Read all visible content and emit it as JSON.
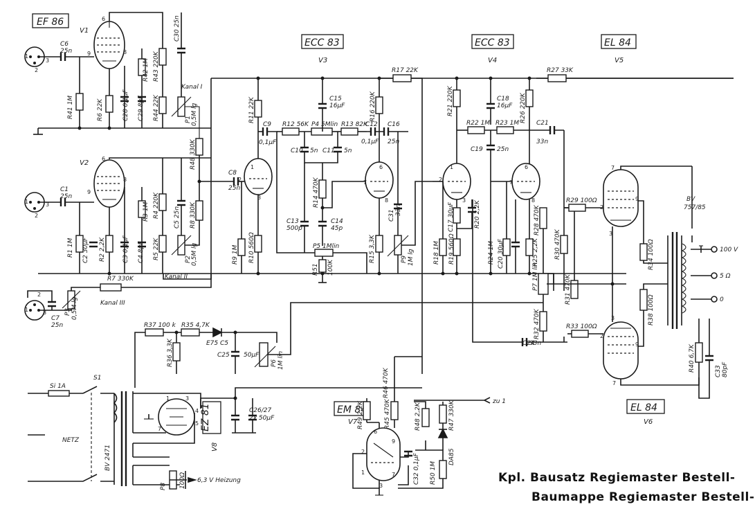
{
  "tubes": {
    "v1": {
      "type": "EF 86",
      "ref": "V1"
    },
    "v2": {
      "ref": "V2"
    },
    "v3": {
      "type": "ECC 83",
      "ref": "V3"
    },
    "v4": {
      "type": "ECC 83",
      "ref": "V4"
    },
    "v5": {
      "type": "EL 84",
      "ref": "V5"
    },
    "v6": {
      "type": "EL 84",
      "ref": "V6"
    },
    "v7": {
      "type": "EM 84",
      "ref": "V7"
    },
    "v8": {
      "type": "EZ 81",
      "ref": "V8"
    }
  },
  "channels": {
    "k1": "Kanal I",
    "k2": "Kanal II",
    "k3": "Kanal III"
  },
  "components": {
    "c6": "C6",
    "c6v": "25n",
    "r41": "R41 1M",
    "r6": "R6 22K",
    "c28": "C28 0,1µF",
    "c29": "C29 8µF",
    "r42": "R42 1M",
    "r43": "R43 220K",
    "r44": "R44 22K",
    "c30": "C30 25n",
    "p1": "P1",
    "p1v": "0,5M lg",
    "c1": "C1",
    "c1v": "25n",
    "r1": "R1 1M",
    "c2": "C2 30µF",
    "r2": "R2 2,2K",
    "c3": "C3 0,1µF",
    "c4": "C4 8µF",
    "r3": "R3 1M",
    "r4": "R4 220K",
    "r5": "R5 22K",
    "c5": "C5 25n",
    "r8": "R8 330K",
    "r48": "R48 330K",
    "p2": "P2",
    "p2v": "0,5M lg",
    "c8": "C8",
    "c8v": "25n",
    "r11": "R11 22K",
    "c9": "C9",
    "c9v": "0,1µF",
    "r12": "R12 56K",
    "p4": "P4 5Mlin",
    "r13": "R13 82K",
    "c10": "C10",
    "c10v": "5n",
    "c11": "C11",
    "c11v": "5n",
    "c15": "C15",
    "c15v": "16µF",
    "r14": "R14 470K",
    "c13": "C13",
    "c13v": "500p",
    "c14": "C14",
    "c14v": "45p",
    "p5": "P5 1Mlin",
    "r51": "R51",
    "r51v": "100K",
    "r9": "R9 1M",
    "r10": "R10 560Ω",
    "c12": "C12",
    "c12v": "0,1µF",
    "c16": "C16",
    "c16v": "25n",
    "r16": "R16 220K",
    "r15": "R15 3,3K",
    "p9": "P9",
    "p9v": "1M lg",
    "r17": "R17 22K",
    "c31": "C31",
    "c31v": "33n",
    "r21": "R21 220K",
    "c18": "C18",
    "c18v": "16µF",
    "r26": "R26 220K",
    "r22": "R22 1M",
    "r23": "R23 1M",
    "c19": "C19",
    "c19v": "25n",
    "c17": "C17 30µF",
    "r20": "R20 2,2K",
    "r18": "R18 1M",
    "r19": "R19 560Ω",
    "r24": "R24 1M",
    "c20": "C20 30µF",
    "r25": "R25 2,2K",
    "c21": "C21",
    "c21v": "33n",
    "r27": "R27 33K",
    "r28": "R28 470K",
    "r29": "R29 100Ω",
    "p7": "P7 1M lin",
    "r30": "R30 470K",
    "r31": "R31 470K",
    "r32": "R32 470K",
    "c24": "C24",
    "c24v": "33n",
    "r33": "R33 100Ω",
    "r34": "R34 100Ω",
    "r38": "R38 100Ω",
    "r40": "R40 6,7K",
    "c33": "C33",
    "c33v": "80pF",
    "r7": "R7 330K",
    "p3": "P3",
    "p3v": "0,5M lg",
    "c7": "C7",
    "c7v": "25n",
    "r37": "R37 100 k",
    "r35": "R35 4,7K",
    "r36": "R36 3,3K",
    "e75": "E75 C5",
    "c25": "C25",
    "c25v": "50µF",
    "p6": "P6",
    "p6v": "1M lin",
    "c2627": "C26/27",
    "c2627v": "2x 50µF",
    "si": "Si 1A",
    "s1": "S1",
    "netz": "NETZ",
    "bv1": "BV 2471",
    "p8": "P8",
    "p8v": "100Ω",
    "heiz": "6,3 V Heizung",
    "bv2": "BV",
    "bv2v": "757/85",
    "out100": "100 V",
    "out5": "5 Ω",
    "out0": "0",
    "r49": "R49 2,2K",
    "r45": "R45 470K",
    "r46": "R46 470K",
    "r50": "R50 1M",
    "r47": "R47 330K",
    "r48b": "R48 2,2K",
    "c32": "C32 0,1µF",
    "da85": "DA85",
    "zu1": "zu 1"
  },
  "footer": {
    "line1": "Kpl. Bausatz Regiemaster Bestell-",
    "line2": "Baumappe Regiemaster Bestell-"
  }
}
